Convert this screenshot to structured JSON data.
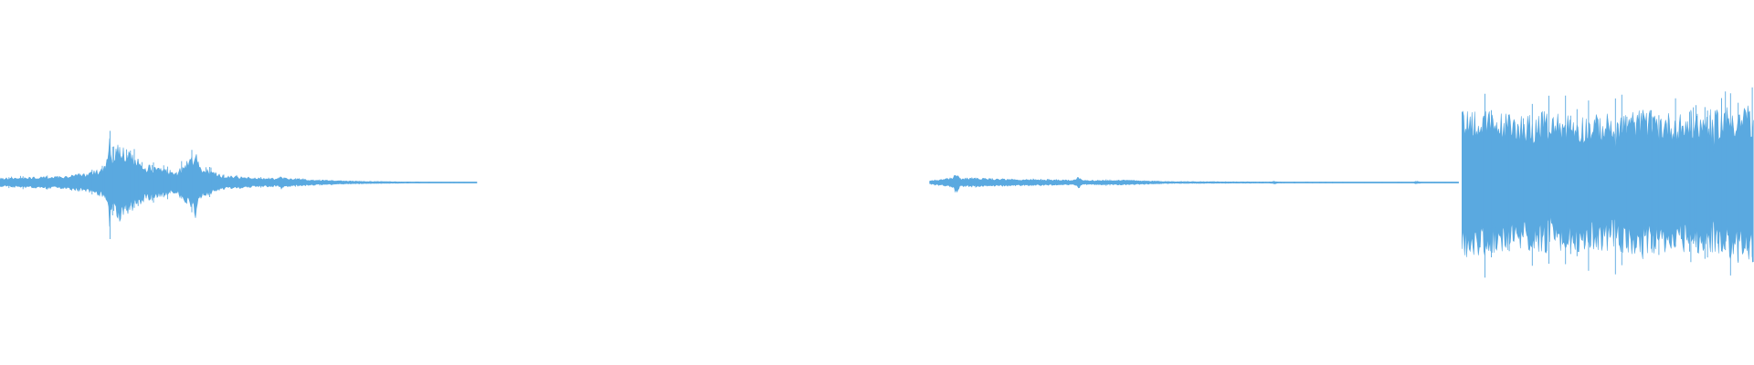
{
  "waveform": {
    "color": "#5aa9e0",
    "background": "#ffffff",
    "segments": [
      {
        "name": "segment-1",
        "start": 0.0,
        "end": 0.272,
        "profile": [
          [
            0.0,
            0.05
          ],
          [
            0.05,
            0.06
          ],
          [
            0.12,
            0.07
          ],
          [
            0.18,
            0.1
          ],
          [
            0.22,
            0.18
          ],
          [
            0.25,
            0.45
          ],
          [
            0.27,
            0.35
          ],
          [
            0.3,
            0.22
          ],
          [
            0.34,
            0.16
          ],
          [
            0.37,
            0.12
          ],
          [
            0.4,
            0.32
          ],
          [
            0.42,
            0.18
          ],
          [
            0.47,
            0.08
          ],
          [
            0.55,
            0.05
          ],
          [
            0.6,
            0.05
          ],
          [
            0.66,
            0.03
          ],
          [
            0.75,
            0.015
          ],
          [
            0.85,
            0.008
          ],
          [
            1.0,
            0.004
          ]
        ],
        "peaks": [
          [
            0.23,
            0.62
          ],
          [
            0.255,
            0.52
          ],
          [
            0.28,
            0.32
          ],
          [
            0.41,
            0.5
          ],
          [
            0.59,
            0.1
          ]
        ]
      },
      {
        "name": "segment-2",
        "start": 0.53,
        "end": 0.832,
        "profile": [
          [
            0.0,
            0.02
          ],
          [
            0.04,
            0.05
          ],
          [
            0.08,
            0.05
          ],
          [
            0.15,
            0.04
          ],
          [
            0.25,
            0.03
          ],
          [
            0.3,
            0.025
          ],
          [
            0.36,
            0.03
          ],
          [
            0.45,
            0.012
          ],
          [
            0.6,
            0.008
          ],
          [
            0.8,
            0.006
          ],
          [
            1.0,
            0.005
          ]
        ],
        "peaks": [
          [
            0.05,
            0.14
          ],
          [
            0.28,
            0.08
          ],
          [
            0.65,
            0.02
          ],
          [
            0.92,
            0.02
          ]
        ]
      },
      {
        "name": "segment-3",
        "start": 0.8335,
        "end": 1.0,
        "profile": [
          [
            0.0,
            0.9
          ],
          [
            0.04,
            0.85
          ],
          [
            0.1,
            0.8
          ],
          [
            0.2,
            0.78
          ],
          [
            0.3,
            0.8
          ],
          [
            0.45,
            0.76
          ],
          [
            0.6,
            0.82
          ],
          [
            0.75,
            0.78
          ],
          [
            0.85,
            0.82
          ],
          [
            0.92,
            0.88
          ],
          [
            1.0,
            0.9
          ]
        ],
        "peaks": [
          [
            0.02,
            1.0
          ],
          [
            0.3,
            0.95
          ],
          [
            0.54,
            0.95
          ],
          [
            0.62,
            0.96
          ],
          [
            0.86,
            0.95
          ],
          [
            0.98,
            0.98
          ]
        ],
        "dips": [
          [
            0.3,
            0.55
          ],
          [
            0.52,
            0.6
          ],
          [
            0.86,
            0.58
          ]
        ]
      }
    ]
  }
}
